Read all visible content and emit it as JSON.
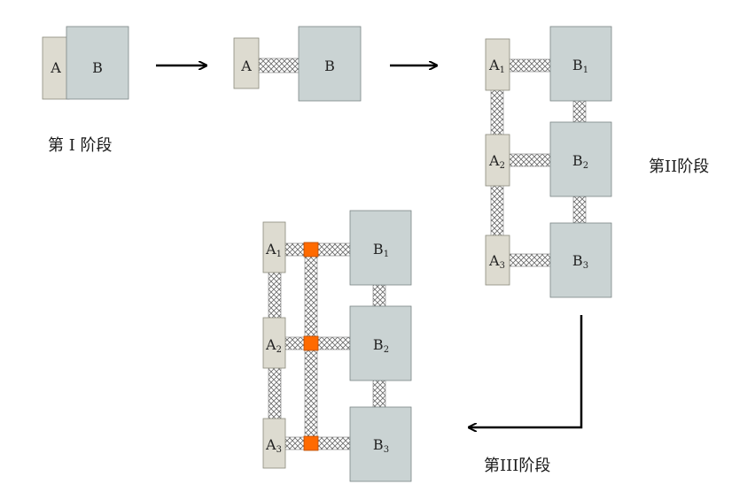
{
  "stages": {
    "stage1": "第 I 阶段",
    "stage2": "第II阶段",
    "stage3": "第III阶段"
  },
  "blocks": {
    "a": "A",
    "b": "B",
    "a1": "A",
    "a2": "A",
    "a3": "A",
    "b1": "B",
    "b2": "B",
    "b3": "B",
    "sub1": "1",
    "sub2": "2",
    "sub3": "3"
  },
  "colors": {
    "block_a": "#dddbd0",
    "block_b": "#cad3d3",
    "connector_node": "#ff6a00",
    "arrow": "#000000"
  }
}
